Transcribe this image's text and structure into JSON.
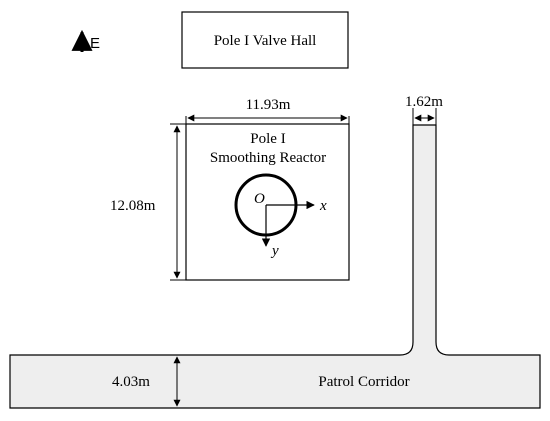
{
  "compass": {
    "label": "E"
  },
  "valve_hall": {
    "label": "Pole I Valve Hall"
  },
  "reactor": {
    "line1": "Pole I",
    "line2": "Smoothing Reactor",
    "origin": "O",
    "x_axis": "x",
    "y_axis": "y"
  },
  "dimensions": {
    "reactor_width": "11.93m",
    "reactor_height": "12.08m",
    "branch_width": "1.62m",
    "corridor_width": "4.03m"
  },
  "corridor": {
    "label": "Patrol Corridor",
    "fill": "#eeeeee"
  }
}
